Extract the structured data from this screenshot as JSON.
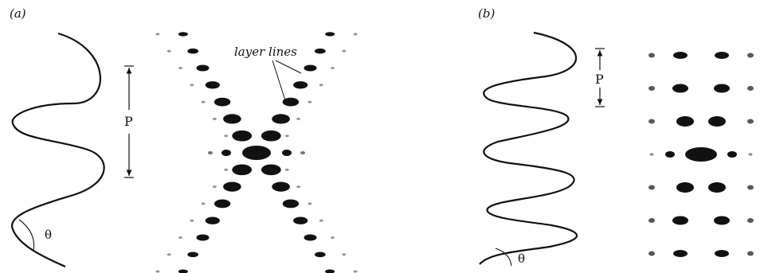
{
  "panels": [
    {
      "id": "a",
      "label": "(a)",
      "period_label": "P",
      "angle_label": "θ",
      "annotation": "layer lines",
      "helix_cycles": 2.2,
      "diffraction_layers": 7
    },
    {
      "id": "b",
      "label": "(b)",
      "period_label": "P",
      "angle_label": "θ",
      "helix_cycles": 3.4,
      "diffraction_layers": 3
    }
  ],
  "colors": {
    "ink": "#111111",
    "background": "#ffffff"
  }
}
